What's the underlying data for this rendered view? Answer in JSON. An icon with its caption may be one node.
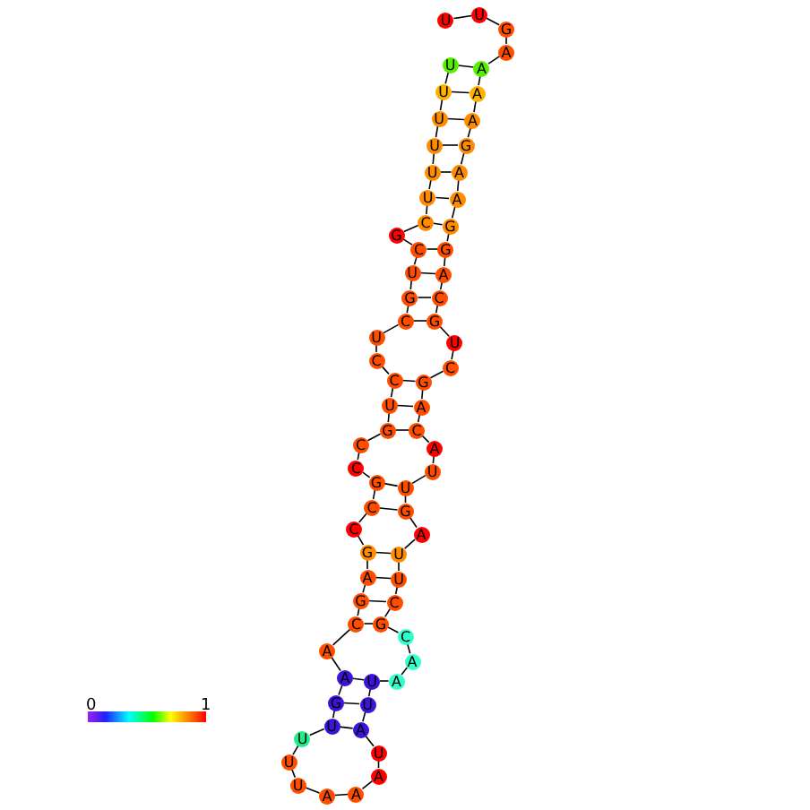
{
  "diagram": {
    "nodes": [
      {
        "text": [
          "U"
        ]
      },
      {
        "text": [
          "U"
        ]
      },
      {
        "text": [
          "U"
        ]
      },
      {
        "text": [
          "U"
        ]
      },
      {
        "text": [
          "U"
        ]
      },
      {
        "text": [
          "U"
        ]
      },
      {
        "text": [
          "C"
        ]
      },
      {
        "text": [
          "G"
        ]
      },
      {
        "text": [
          "C"
        ]
      },
      {
        "text": [
          "U"
        ]
      },
      {
        "text": [
          "G"
        ]
      },
      {
        "text": [
          "C"
        ]
      },
      {
        "text": [
          "U"
        ]
      },
      {
        "text": [
          "C"
        ]
      },
      {
        "text": [
          "C"
        ]
      },
      {
        "text": [
          "U"
        ]
      },
      {
        "text": [
          "G"
        ]
      },
      {
        "text": [
          "C"
        ]
      },
      {
        "text": [
          "C"
        ]
      },
      {
        "text": [
          "G"
        ]
      },
      {
        "text": [
          "C"
        ]
      },
      {
        "text": [
          "C"
        ]
      },
      {
        "text": [
          "G"
        ]
      },
      {
        "text": [
          "A"
        ]
      },
      {
        "text": [
          "G"
        ]
      },
      {
        "text": [
          "C"
        ]
      },
      {
        "text": [
          "A"
        ]
      },
      {
        "text": [
          "A"
        ]
      },
      {
        "text": [
          "G"
        ]
      },
      {
        "text": [
          "U"
        ]
      },
      {
        "text": [
          "U"
        ]
      },
      {
        "text": [
          "U"
        ]
      },
      {
        "text": [
          "U"
        ]
      },
      {
        "text": [
          "A"
        ]
      },
      {
        "text": [
          "A"
        ]
      },
      {
        "text": [
          "A"
        ]
      },
      {
        "text": [
          "U"
        ]
      },
      {
        "text": [
          "A"
        ]
      },
      {
        "text": [
          "U"
        ]
      },
      {
        "text": [
          "U"
        ]
      },
      {
        "text": [
          "A"
        ]
      },
      {
        "text": [
          "A"
        ]
      },
      {
        "text": [
          "C"
        ]
      },
      {
        "text": [
          "G"
        ]
      },
      {
        "text": [
          "C"
        ]
      },
      {
        "text": [
          "U"
        ]
      },
      {
        "text": [
          "U"
        ]
      },
      {
        "text": [
          "A"
        ]
      },
      {
        "text": [
          "G"
        ]
      },
      {
        "text": [
          "U"
        ]
      },
      {
        "text": [
          "U"
        ]
      },
      {
        "text": [
          "A"
        ]
      },
      {
        "text": [
          "C"
        ]
      },
      {
        "text": [
          "A"
        ]
      },
      {
        "text": [
          "G"
        ]
      },
      {
        "text": [
          "C"
        ]
      },
      {
        "text": [
          "U"
        ]
      },
      {
        "text": [
          "G"
        ]
      },
      {
        "text": [
          "C"
        ]
      },
      {
        "text": [
          "A"
        ]
      },
      {
        "text": [
          "G"
        ]
      },
      {
        "text": [
          "G"
        ]
      },
      {
        "text": [
          "A"
        ]
      },
      {
        "text": [
          "A"
        ]
      },
      {
        "text": [
          "G"
        ]
      },
      {
        "text": [
          "A"
        ]
      },
      {
        "text": [
          "A"
        ]
      },
      {
        "text": [
          "A"
        ]
      },
      {
        "text": [
          "A"
        ]
      },
      {
        "text": [
          "G"
        ]
      },
      {
        "text": [
          "U"
        ]
      },
      {
        "text": [
          "U"
        ]
      }
    ],
    "edges": [
      {
        "from": 0,
        "to": 1,
        "arrow": "none"
      },
      {
        "from": 1,
        "to": 2,
        "arrow": "none"
      },
      {
        "from": 2,
        "to": 3,
        "arrow": "none"
      },
      {
        "from": 3,
        "to": 4,
        "arrow": "none"
      },
      {
        "from": 4,
        "to": 5,
        "arrow": "none"
      },
      {
        "from": 5,
        "to": 6,
        "arrow": "none"
      },
      {
        "from": 6,
        "to": 7,
        "arrow": "none"
      },
      {
        "from": 7,
        "to": 8,
        "arrow": "none"
      },
      {
        "from": 8,
        "to": 9,
        "arrow": "none"
      },
      {
        "from": 9,
        "to": 10,
        "arrow": "none"
      },
      {
        "from": 10,
        "to": 11,
        "arrow": "none"
      },
      {
        "from": 11,
        "to": 12,
        "arrow": "none"
      },
      {
        "from": 12,
        "to": 13,
        "arrow": "none"
      },
      {
        "from": 13,
        "to": 14,
        "arrow": "none"
      },
      {
        "from": 14,
        "to": 15,
        "arrow": "none"
      },
      {
        "from": 15,
        "to": 16,
        "arrow": "none"
      },
      {
        "from": 16,
        "to": 17,
        "arrow": "none"
      },
      {
        "from": 17,
        "to": 18,
        "arrow": "none"
      },
      {
        "from": 18,
        "to": 19,
        "arrow": "none"
      },
      {
        "from": 19,
        "to": 20,
        "arrow": "none"
      },
      {
        "from": 20,
        "to": 21,
        "arrow": "none"
      },
      {
        "from": 21,
        "to": 22,
        "arrow": "none"
      },
      {
        "from": 22,
        "to": 23,
        "arrow": "none"
      },
      {
        "from": 23,
        "to": 24,
        "arrow": "none"
      },
      {
        "from": 24,
        "to": 25,
        "arrow": "none"
      },
      {
        "from": 25,
        "to": 26,
        "arrow": "none"
      },
      {
        "from": 26,
        "to": 27,
        "arrow": "none"
      },
      {
        "from": 27,
        "to": 28,
        "arrow": "none"
      },
      {
        "from": 28,
        "to": 29,
        "arrow": "none"
      },
      {
        "from": 29,
        "to": 30,
        "arrow": "none"
      },
      {
        "from": 30,
        "to": 31,
        "arrow": "none"
      },
      {
        "from": 31,
        "to": 32,
        "arrow": "none"
      },
      {
        "from": 32,
        "to": 33,
        "arrow": "none"
      },
      {
        "from": 33,
        "to": 34,
        "arrow": "none"
      },
      {
        "from": 34,
        "to": 35,
        "arrow": "none"
      },
      {
        "from": 35,
        "to": 36,
        "arrow": "none"
      },
      {
        "from": 36,
        "to": 37,
        "arrow": "none"
      },
      {
        "from": 37,
        "to": 38,
        "arrow": "none"
      },
      {
        "from": 38,
        "to": 39,
        "arrow": "none"
      },
      {
        "from": 39,
        "to": 40,
        "arrow": "none"
      },
      {
        "from": 40,
        "to": 41,
        "arrow": "none"
      },
      {
        "from": 41,
        "to": 42,
        "arrow": "none"
      },
      {
        "from": 42,
        "to": 43,
        "arrow": "none"
      },
      {
        "from": 43,
        "to": 44,
        "arrow": "none"
      },
      {
        "from": 44,
        "to": 45,
        "arrow": "none"
      },
      {
        "from": 45,
        "to": 46,
        "arrow": "none"
      },
      {
        "from": 46,
        "to": 47,
        "arrow": "none"
      },
      {
        "from": 47,
        "to": 48,
        "arrow": "none"
      },
      {
        "from": 48,
        "to": 49,
        "arrow": "none"
      },
      {
        "from": 49,
        "to": 50,
        "arrow": "none"
      },
      {
        "from": 50,
        "to": 51,
        "arrow": "none"
      },
      {
        "from": 51,
        "to": 52,
        "arrow": "none"
      },
      {
        "from": 52,
        "to": 53,
        "arrow": "none"
      },
      {
        "from": 53,
        "to": 54,
        "arrow": "none"
      },
      {
        "from": 54,
        "to": 55,
        "arrow": "none"
      },
      {
        "from": 55,
        "to": 56,
        "arrow": "none"
      },
      {
        "from": 56,
        "to": 57,
        "arrow": "none"
      },
      {
        "from": 57,
        "to": 58,
        "arrow": "none"
      },
      {
        "from": 58,
        "to": 59,
        "arrow": "none"
      },
      {
        "from": 59,
        "to": 60,
        "arrow": "none"
      },
      {
        "from": 60,
        "to": 61,
        "arrow": "none"
      },
      {
        "from": 61,
        "to": 62,
        "arrow": "none"
      },
      {
        "from": 62,
        "to": 63,
        "arrow": "none"
      },
      {
        "from": 63,
        "to": 64,
        "arrow": "none"
      },
      {
        "from": 64,
        "to": 65,
        "arrow": "none"
      },
      {
        "from": 65,
        "to": 66,
        "arrow": "none"
      },
      {
        "from": 66,
        "to": 67,
        "arrow": "none"
      },
      {
        "from": 67,
        "to": 68,
        "arrow": "none"
      },
      {
        "from": 68,
        "to": 69,
        "arrow": "none"
      },
      {
        "from": 69,
        "to": 70,
        "arrow": "none"
      },
      {
        "from": 70,
        "to": 71,
        "arrow": "none"
      },
      {
        "from": 0,
        "to": 67,
        "arrow": "none"
      },
      {
        "from": 1,
        "to": 66,
        "arrow": "none"
      },
      {
        "from": 2,
        "to": 65,
        "arrow": "none"
      },
      {
        "from": 3,
        "to": 64,
        "arrow": "none"
      },
      {
        "from": 4,
        "to": 63,
        "arrow": "none"
      },
      {
        "from": 5,
        "to": 62,
        "arrow": "none"
      },
      {
        "from": 6,
        "to": 61,
        "arrow": "none"
      },
      {
        "from": 8,
        "to": 60,
        "arrow": "none"
      },
      {
        "from": 9,
        "to": 59,
        "arrow": "none"
      },
      {
        "from": 10,
        "to": 58,
        "arrow": "none"
      },
      {
        "from": 11,
        "to": 57,
        "arrow": "none"
      },
      {
        "from": 14,
        "to": 54,
        "arrow": "none"
      },
      {
        "from": 15,
        "to": 53,
        "arrow": "none"
      },
      {
        "from": 16,
        "to": 52,
        "arrow": "none"
      },
      {
        "from": 19,
        "to": 49,
        "arrow": "none"
      },
      {
        "from": 20,
        "to": 48,
        "arrow": "none"
      },
      {
        "from": 22,
        "to": 46,
        "arrow": "none"
      },
      {
        "from": 23,
        "to": 45,
        "arrow": "none"
      },
      {
        "from": 24,
        "to": 44,
        "arrow": "none"
      },
      {
        "from": 25,
        "to": 43,
        "arrow": "none"
      },
      {
        "from": 27,
        "to": 39,
        "arrow": "none"
      },
      {
        "from": 28,
        "to": 38,
        "arrow": "none"
      },
      {
        "from": 29,
        "to": 37,
        "arrow": "none"
      }
    ],
    "labels": [
      "0",
      "1"
    ]
  }
}
